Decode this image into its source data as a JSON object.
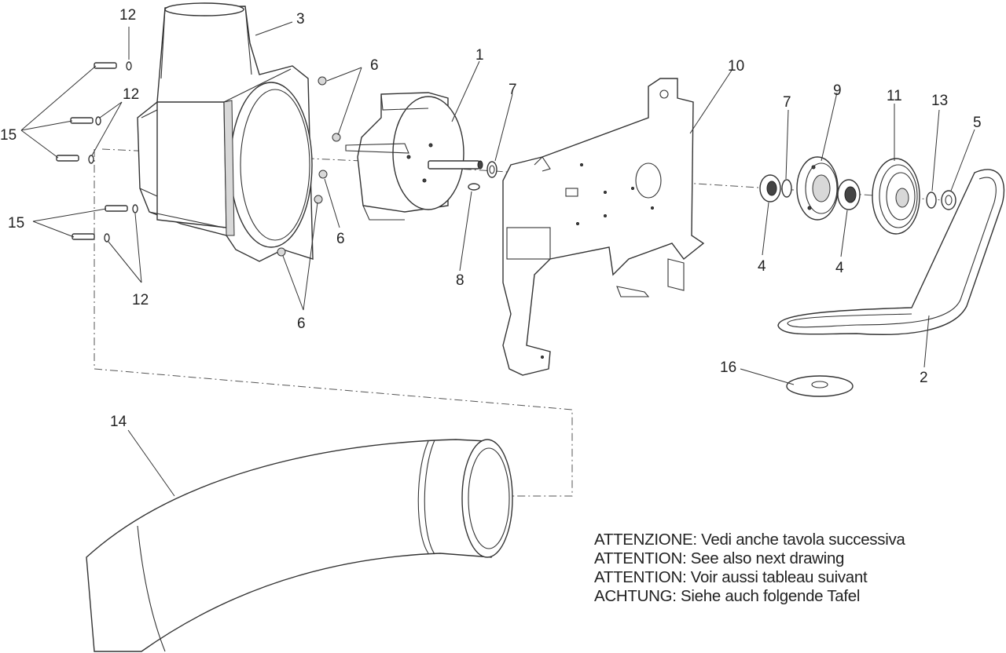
{
  "callouts": {
    "c1": "1",
    "c2": "2",
    "c3": "3",
    "c4a": "4",
    "c4b": "4",
    "c5": "5",
    "c6a": "6",
    "c6b": "6",
    "c6c": "6",
    "c7a": "7",
    "c7b": "7",
    "c8": "8",
    "c9": "9",
    "c10": "10",
    "c11": "11",
    "c12a": "12",
    "c12b": "12",
    "c12c": "12",
    "c13": "13",
    "c14": "14",
    "c15a": "15",
    "c15b": "15",
    "c16": "16"
  },
  "notes": [
    "ATTENZIONE: Vedi anche tavola successiva",
    "ATTENTION: See also next drawing",
    "ATTENTION: Voir aussi tableau suivant",
    "ACHTUNG: Siehe auch folgende Tafel"
  ],
  "colors": {
    "line": "#333333",
    "background": "#ffffff"
  }
}
